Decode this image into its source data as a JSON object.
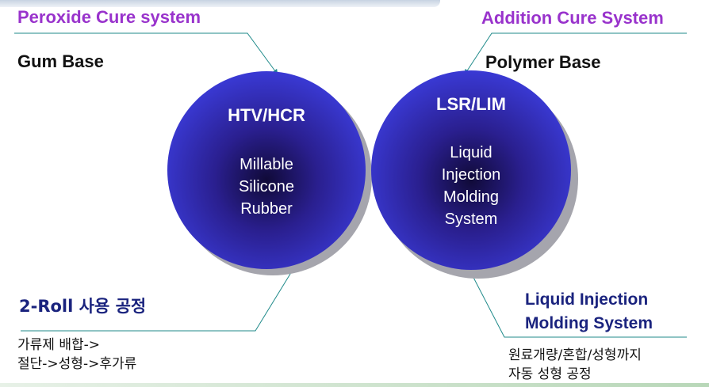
{
  "left": {
    "cure_system": "Peroxide Cure system",
    "base": "Gum Base",
    "circle": {
      "title": "HTV/HCR",
      "body": [
        "Millable",
        "Silicone",
        "Rubber"
      ]
    },
    "process_title": "2-Roll 사용 공정",
    "process_steps": [
      "가류제 배합->",
      "절단->성형->후가류"
    ]
  },
  "right": {
    "cure_system": "Addition Cure System",
    "base": "Polymer Base",
    "circle": {
      "title": "LSR/LIM",
      "body": [
        "Liquid",
        "Injection",
        "Molding",
        "System"
      ]
    },
    "process_title": [
      "Liquid Injection",
      "Molding System"
    ],
    "process_steps": [
      "원료개량/혼합/성형까지",
      "자동 성형 공정"
    ]
  },
  "colors": {
    "cure_label": "#9933cc",
    "process_title": "#1a237e",
    "circle_fill": "#3f45e0",
    "connector": "#1f8a8a"
  }
}
